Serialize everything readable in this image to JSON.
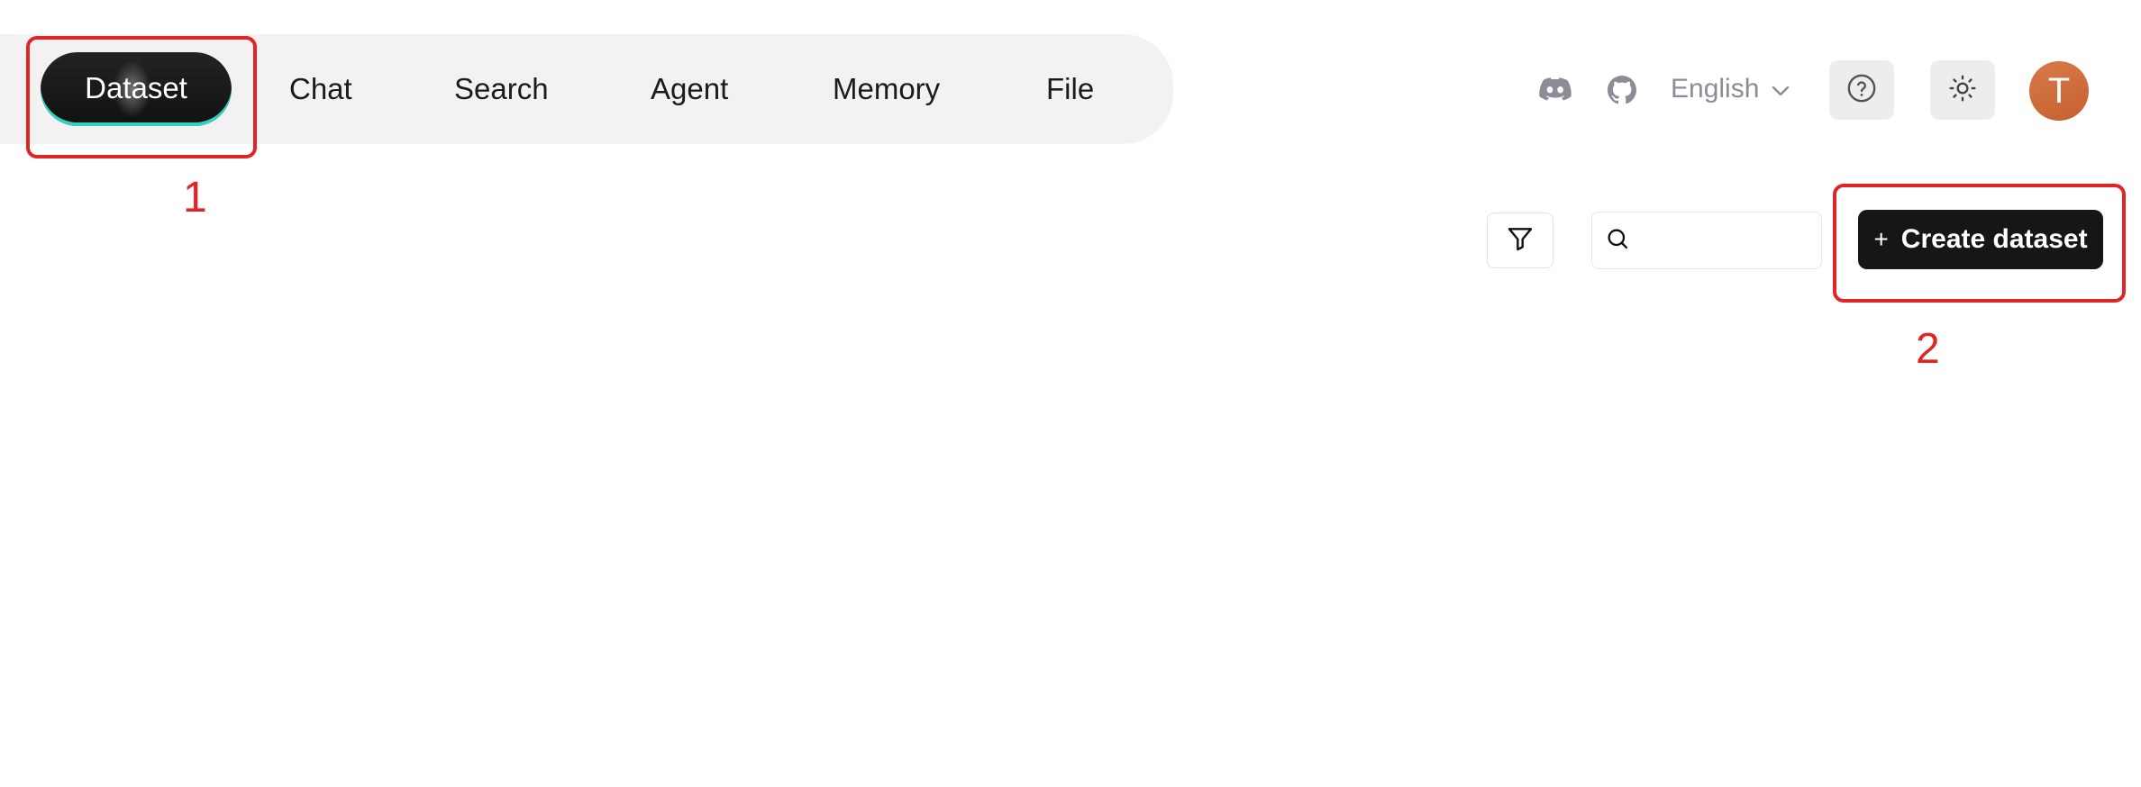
{
  "nav": {
    "tabs": [
      {
        "label": "Dataset",
        "active": true
      },
      {
        "label": "Chat"
      },
      {
        "label": "Search"
      },
      {
        "label": "Agent"
      },
      {
        "label": "Memory"
      },
      {
        "label": "File"
      }
    ]
  },
  "header": {
    "icons": [
      "discord-icon",
      "github-icon"
    ],
    "language": "English",
    "avatar_initial": "T"
  },
  "toolbar": {
    "search_placeholder": "",
    "create_label": "Create dataset",
    "create_icon": "+"
  },
  "annotations": [
    "1",
    "2"
  ],
  "colors": {
    "accent_underline": "#2fd1c1",
    "annotation": "#e02525",
    "avatar": "#d07040"
  }
}
